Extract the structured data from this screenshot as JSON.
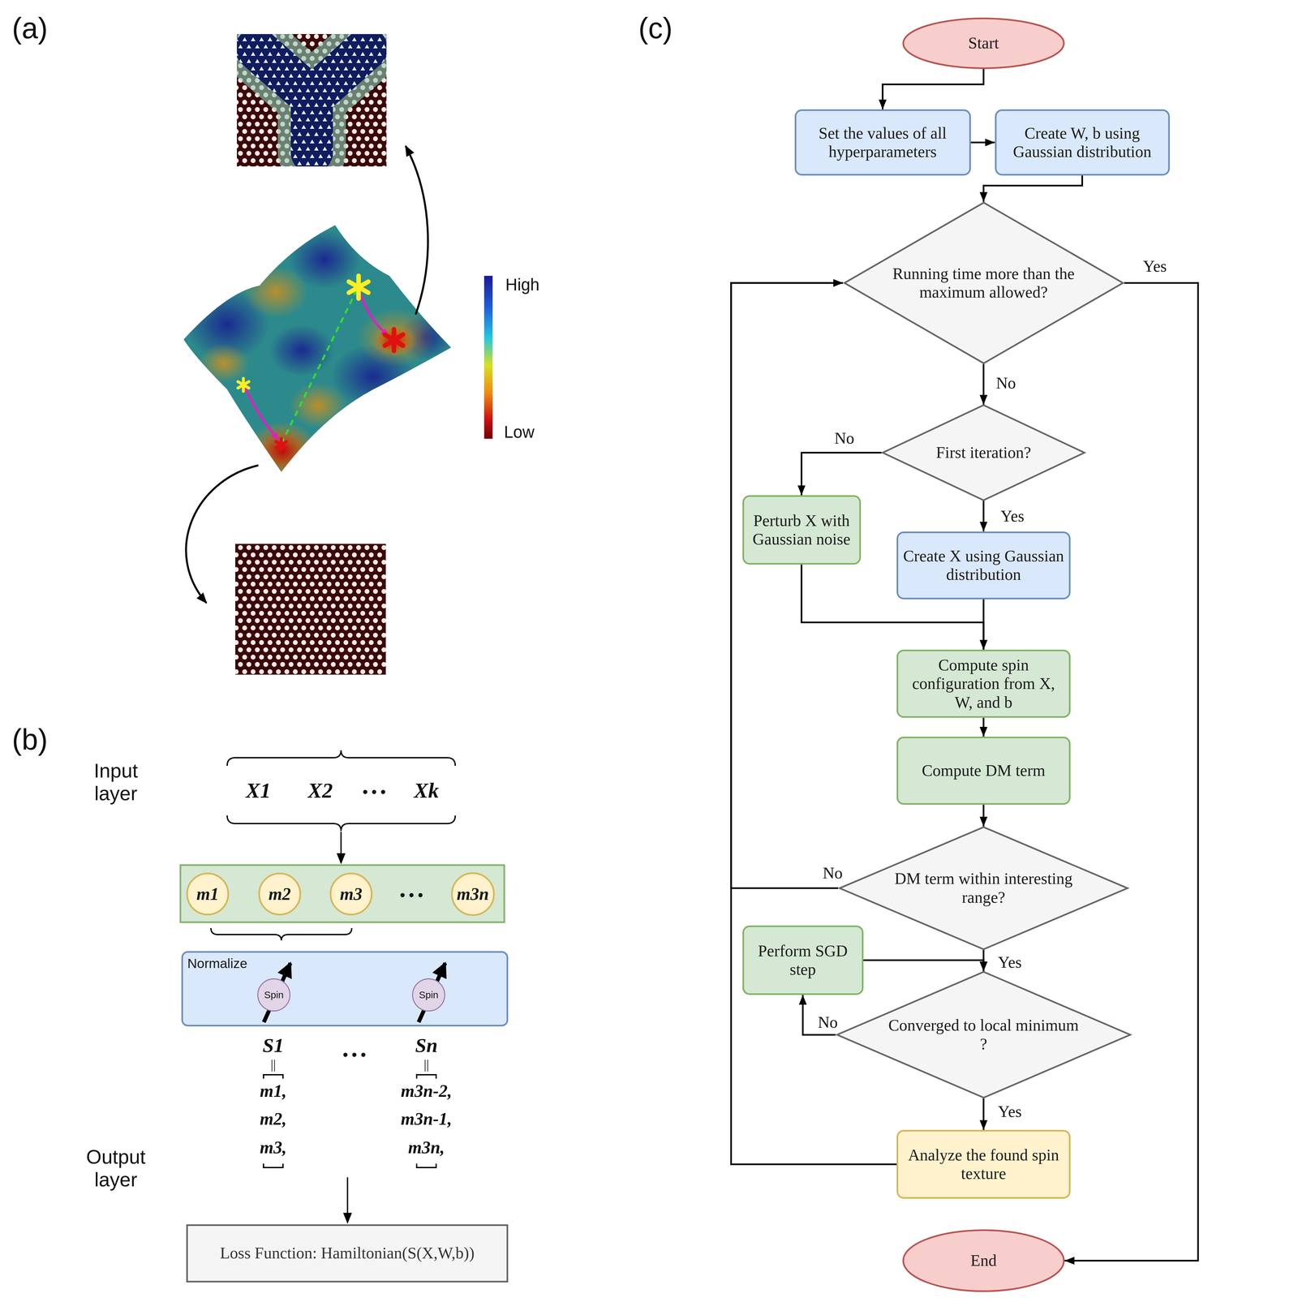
{
  "diagram": {
    "nodes": [
      {
        "text": [
          "m1"
        ]
      },
      {
        "text": [
          "m2"
        ]
      },
      {
        "text": [
          "m3"
        ]
      },
      {
        "text": [
          "m3n"
        ]
      },
      {
        "text": [
          "Normalize"
        ]
      },
      {
        "text": [
          "Spin"
        ],
        "in": 4
      },
      {
        "text": [
          "Spin"
        ],
        "in": 4
      },
      {
        "text": [
          "Loss Function: Hamiltonian(S(X,W,b))"
        ]
      },
      {
        "text": [
          "Start"
        ]
      },
      {
        "text": [
          "Set the values of all hyperparameters"
        ]
      },
      {
        "text": [
          "Create W, b using Gaussian distribution"
        ]
      },
      {
        "text": [
          "Running time more than the maximum allowed?"
        ]
      },
      {
        "text": [
          "First iteration?"
        ]
      },
      {
        "text": [
          "Perturb X with Gaussian noise"
        ]
      },
      {
        "text": [
          "Create X using Gaussian distribution"
        ]
      },
      {
        "text": [
          "Compute spin configuration from X, W, and b"
        ]
      },
      {
        "text": [
          "Compute DM term"
        ]
      },
      {
        "text": [
          "DM term within interesting range?"
        ]
      },
      {
        "text": [
          "Perform SGD step"
        ]
      },
      {
        "text": [
          "Converged to local minimum ?"
        ]
      },
      {
        "text": [
          "Analyze the found spin texture"
        ]
      },
      {
        "text": [
          "End"
        ]
      }
    ],
    "edges": [
      {
        "from": 8,
        "to": 9,
        "arrow": "to"
      },
      {
        "from": 9,
        "to": 10,
        "arrow": "to"
      },
      {
        "from": 10,
        "to": 11,
        "arrow": "to"
      },
      {
        "from": 11,
        "to": 21,
        "label": "Yes",
        "arrow": "to"
      },
      {
        "from": 11,
        "to": 12,
        "label": "No",
        "arrow": "to"
      },
      {
        "from": 12,
        "to": 13,
        "label": "No",
        "arrow": "to"
      },
      {
        "from": 12,
        "to": 14,
        "label": "Yes",
        "arrow": "to"
      },
      {
        "from": 13,
        "to": 15,
        "arrow": "to"
      },
      {
        "from": 14,
        "to": 15,
        "arrow": "to"
      },
      {
        "from": 15,
        "to": 16,
        "arrow": "to"
      },
      {
        "from": 16,
        "to": 17,
        "arrow": "to"
      },
      {
        "from": 17,
        "to": 11,
        "label": "No",
        "arrow": "to"
      },
      {
        "from": 17,
        "to": 19,
        "label": "Yes",
        "arrow": "to"
      },
      {
        "from": 19,
        "to": 18,
        "label": "No",
        "arrow": "to"
      },
      {
        "from": 18,
        "to": 19,
        "arrow": "to"
      },
      {
        "from": 19,
        "to": 20,
        "label": "Yes",
        "arrow": "to"
      },
      {
        "from": 20,
        "to": 11,
        "arrow": "to"
      }
    ],
    "labels": [
      "(a)",
      "High",
      "Low",
      "(b)",
      "Input layer",
      "X1",
      "X2",
      "• • •",
      "Xk",
      "• • •",
      "S1",
      "||",
      "m1,",
      "m2,",
      "m3,",
      "• • •",
      "Sn",
      "||",
      "m3n-2,",
      "m3n-1,",
      "m3n,",
      "Output layer",
      "(c)"
    ]
  }
}
